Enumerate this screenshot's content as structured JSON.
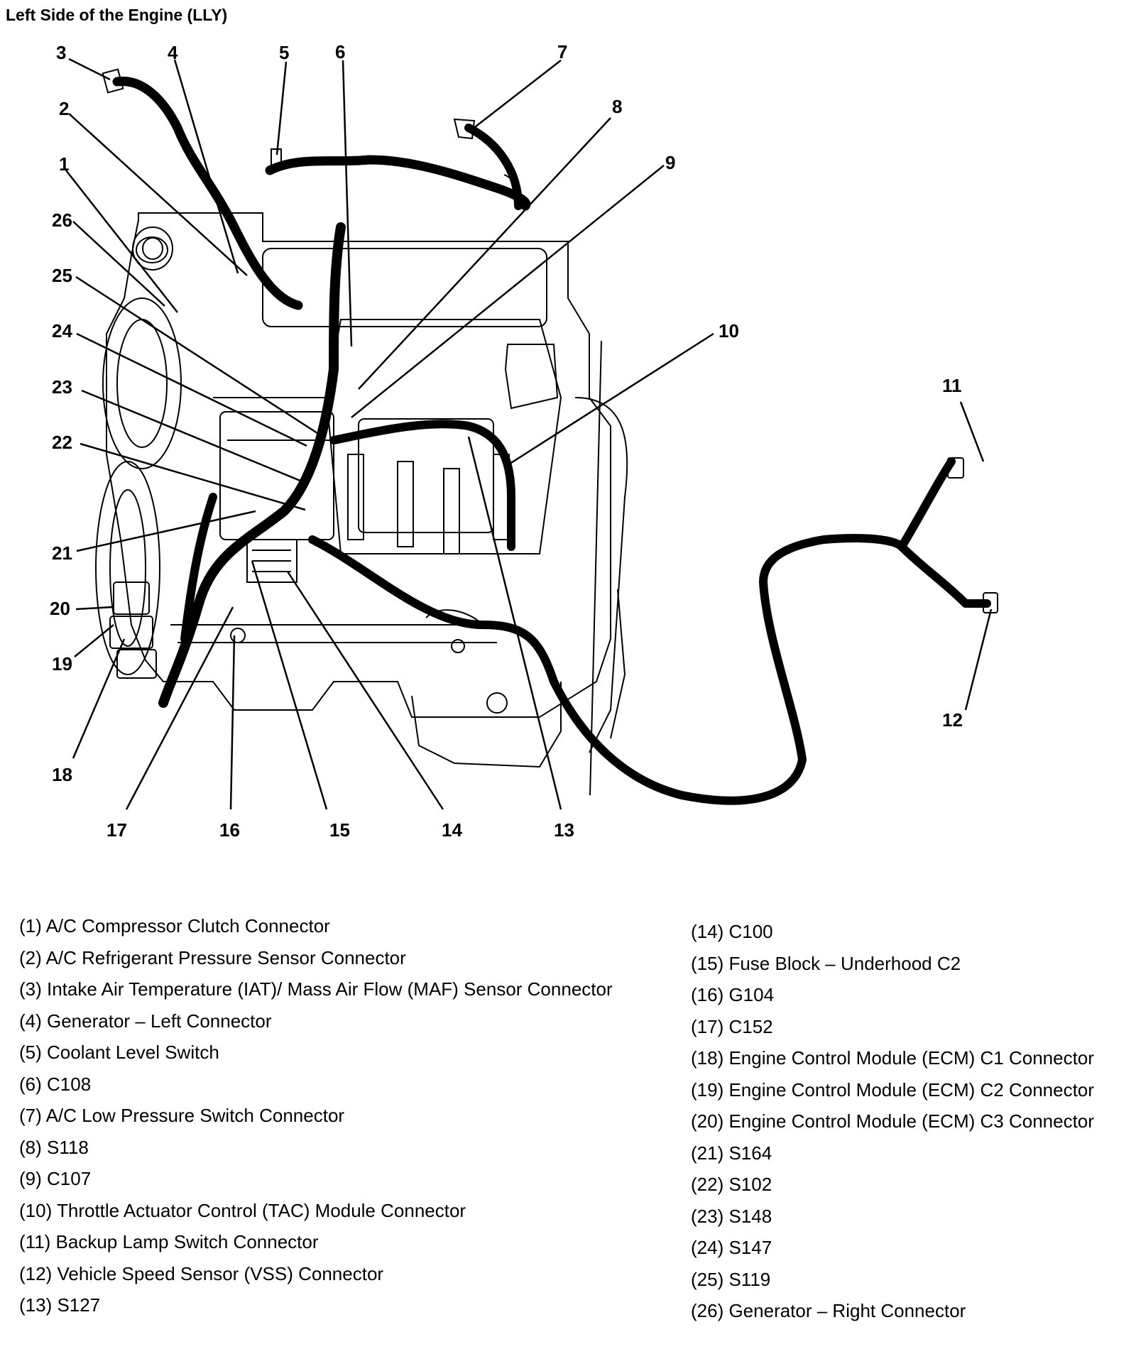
{
  "title": "Left Side of the Engine (LLY)",
  "callouts": [
    "1",
    "2",
    "3",
    "4",
    "5",
    "6",
    "7",
    "8",
    "9",
    "10",
    "11",
    "12",
    "13",
    "14",
    "15",
    "16",
    "17",
    "18",
    "19",
    "20",
    "21",
    "22",
    "23",
    "24",
    "25",
    "26"
  ],
  "legend_left": [
    "(1) A/C Compressor Clutch Connector",
    "(2) A/C Refrigerant Pressure Sensor Connector",
    "(3) Intake Air Temperature (IAT)/ Mass Air Flow (MAF) Sensor Connector",
    "(4) Generator – Left Connector",
    "(5) Coolant Level Switch",
    "(6) C108",
    "(7) A/C Low Pressure Switch Connector",
    "(8) S118",
    "(9) C107",
    "(10) Throttle Actuator Control (TAC) Module Connector",
    "(11) Backup Lamp Switch Connector",
    "(12) Vehicle Speed Sensor (VSS) Connector",
    "(13) S127"
  ],
  "legend_right": [
    "(14) C100",
    "(15) Fuse Block – Underhood C2",
    "(16) G104",
    "(17) C152",
    "(18) Engine Control Module (ECM) C1 Connector",
    "(19) Engine Control Module (ECM) C2 Connector",
    "(20) Engine Control Module (ECM) C3 Connector",
    "(21) S164",
    "(22) S102",
    "(23) S148",
    "(24) S147",
    "(25) S119",
    "(26) Generator – Right Connector"
  ]
}
